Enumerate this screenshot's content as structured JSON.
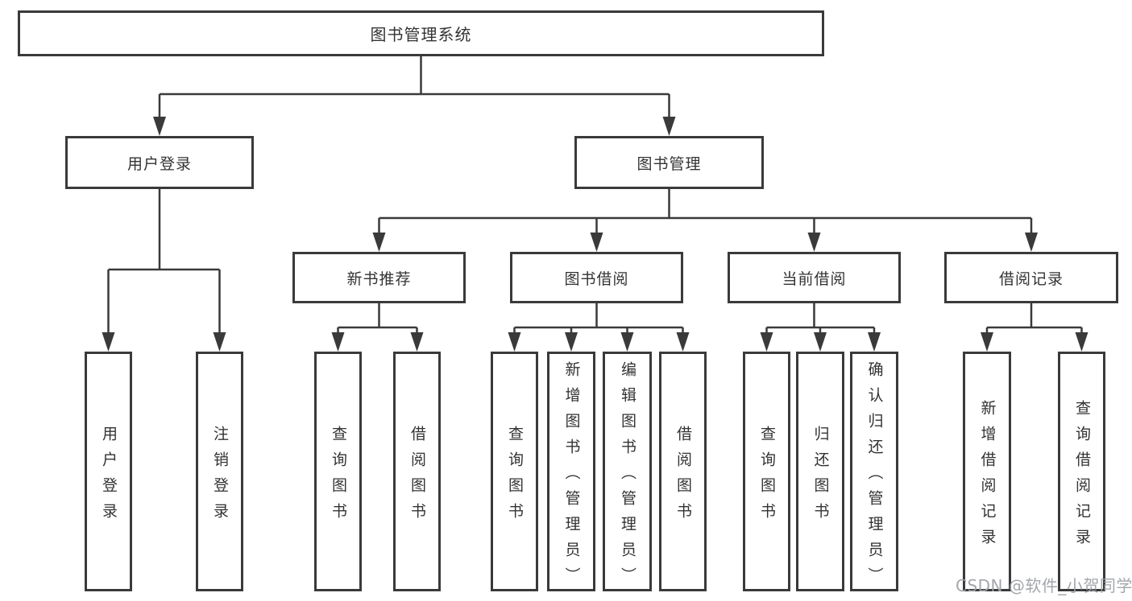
{
  "tree": {
    "label": "图书管理系统",
    "children": [
      {
        "label": "用户登录",
        "children": [
          {
            "label": "用户登录"
          },
          {
            "label": "注销登录"
          }
        ]
      },
      {
        "label": "图书管理",
        "children": [
          {
            "label": "新书推荐",
            "children": [
              {
                "label": "查询图书"
              },
              {
                "label": "借阅图书"
              }
            ]
          },
          {
            "label": "图书借阅",
            "children": [
              {
                "label": "查询图书"
              },
              {
                "label": "新增图书（管理员）"
              },
              {
                "label": "编辑图书（管理员）"
              },
              {
                "label": "借阅图书"
              }
            ]
          },
          {
            "label": "当前借阅",
            "children": [
              {
                "label": "查询图书"
              },
              {
                "label": "归还图书"
              },
              {
                "label": "确认归还（管理员）"
              }
            ]
          },
          {
            "label": "借阅记录",
            "children": [
              {
                "label": "新增借阅记录"
              },
              {
                "label": "查询借阅记录"
              }
            ]
          }
        ]
      }
    ]
  },
  "watermark": {
    "text": "CSDN @软件_小贺同学"
  },
  "colors": {
    "line": "#3a3a3a",
    "box_border": "#3a3a3a",
    "box_fill": "#ffffff",
    "text": "#333333",
    "watermark": "#9ea1a6"
  }
}
